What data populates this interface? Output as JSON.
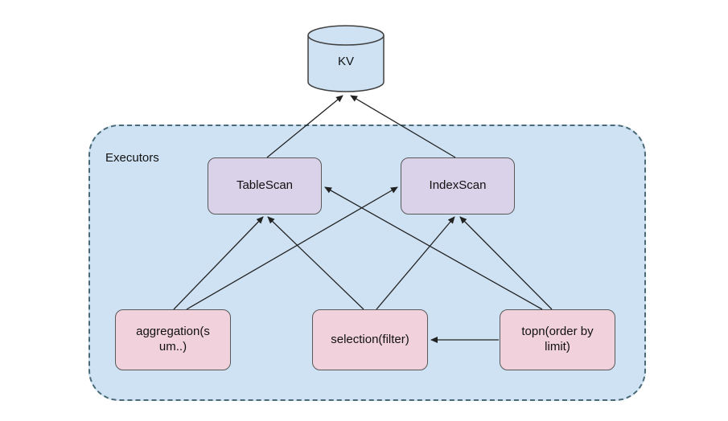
{
  "diagram": {
    "kv": {
      "label": "KV"
    },
    "container": {
      "label": "Executors"
    },
    "nodes": {
      "tablescan": {
        "label": "TableScan"
      },
      "indexscan": {
        "label": "IndexScan"
      },
      "aggregation": {
        "label": "aggregation(s\num..)"
      },
      "selection": {
        "label": "selection(filter)"
      },
      "topn": {
        "label": "topn(order by\nlimit)"
      }
    },
    "edges": [
      {
        "from": "TableScan",
        "to": "KV"
      },
      {
        "from": "IndexScan",
        "to": "KV"
      },
      {
        "from": "aggregation(sum..)",
        "to": "TableScan"
      },
      {
        "from": "aggregation(sum..)",
        "to": "IndexScan"
      },
      {
        "from": "selection(filter)",
        "to": "TableScan"
      },
      {
        "from": "selection(filter)",
        "to": "IndexScan"
      },
      {
        "from": "topn(order by limit)",
        "to": "TableScan"
      },
      {
        "from": "topn(order by limit)",
        "to": "IndexScan"
      },
      {
        "from": "topn(order by limit)",
        "to": "selection(filter)"
      }
    ],
    "colors": {
      "container_fill": "#cfe2f3",
      "container_border": "#4a6a78",
      "scan_node_fill": "#d9d2e9",
      "executor_node_fill": "#f1d1dc",
      "cylinder_fill": "#cfe2f3",
      "line": "#222222"
    }
  }
}
